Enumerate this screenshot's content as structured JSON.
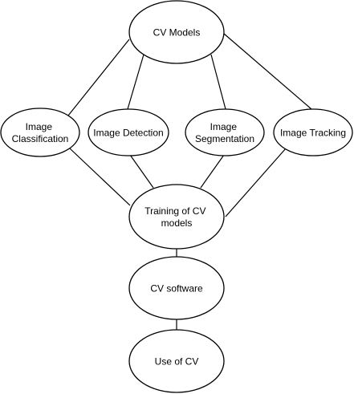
{
  "diagram": {
    "nodes": {
      "cv_models": {
        "lines": [
          "CV Models"
        ]
      },
      "image_classification": {
        "lines": [
          "Image",
          "Classification"
        ]
      },
      "image_detection": {
        "lines": [
          "Image Detection"
        ]
      },
      "image_segmentation": {
        "lines": [
          "Image",
          "Segmentation"
        ]
      },
      "image_tracking": {
        "lines": [
          "Image Tracking"
        ]
      },
      "training": {
        "lines": [
          "Training of CV",
          "models"
        ]
      },
      "cv_software": {
        "lines": [
          "CV software"
        ]
      },
      "use_of_cv": {
        "lines": [
          "Use of CV"
        ]
      }
    },
    "edges": [
      {
        "from": "cv_models",
        "to": "image_classification"
      },
      {
        "from": "cv_models",
        "to": "image_detection"
      },
      {
        "from": "cv_models",
        "to": "image_segmentation"
      },
      {
        "from": "cv_models",
        "to": "image_tracking"
      },
      {
        "from": "image_classification",
        "to": "training"
      },
      {
        "from": "image_detection",
        "to": "training"
      },
      {
        "from": "image_segmentation",
        "to": "training"
      },
      {
        "from": "image_tracking",
        "to": "training"
      },
      {
        "from": "training",
        "to": "cv_software"
      },
      {
        "from": "cv_software",
        "to": "use_of_cv"
      }
    ]
  }
}
